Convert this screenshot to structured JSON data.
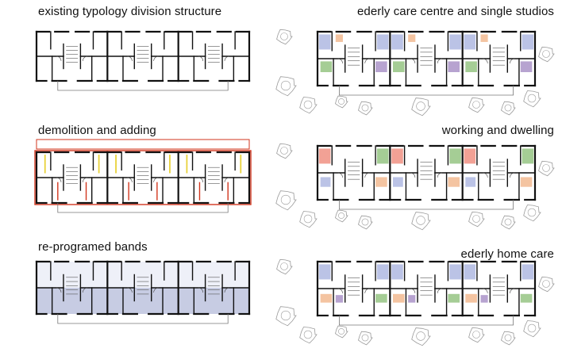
{
  "panels": [
    {
      "title": "existing typology division structure"
    },
    {
      "title": "ederly care centre and single studios"
    },
    {
      "title": "demolition and adding"
    },
    {
      "title": "working and dwelling"
    },
    {
      "title": "re-programed bands"
    },
    {
      "title": "ederly home care"
    }
  ],
  "colors": {
    "wall": "#111111",
    "demolition": "#d2361e",
    "addition": "#e8d23a",
    "band_upper": "#eef0f8",
    "band_lower": "#c7cce3",
    "fill_blue": "#aab4e0",
    "fill_green": "#8fc07a",
    "fill_orange": "#f1b58a",
    "fill_purple": "#a58cc4",
    "fill_red": "#ef8a7a",
    "tree": "#9a9a9a"
  }
}
